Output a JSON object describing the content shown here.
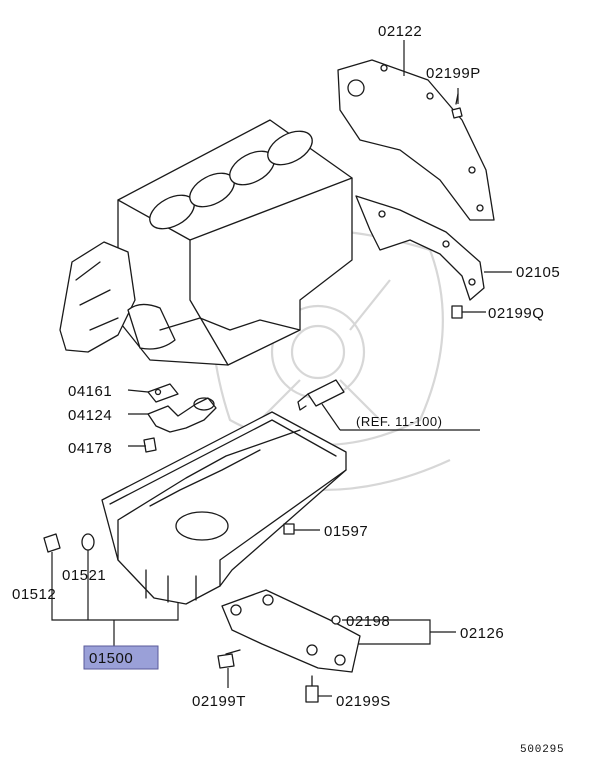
{
  "diagram": {
    "labels": {
      "p02122": "02122",
      "p02199P": "02199P",
      "p02105": "02105",
      "p02199Q": "02199Q",
      "p04161": "04161",
      "p04124": "04124",
      "p04178": "04178",
      "ref": "(REF. 11-100)",
      "p01597": "01597",
      "p01521": "01521",
      "p01512": "01512",
      "p01500": "01500",
      "p02198": "02198",
      "p02126": "02126",
      "p02199T": "02199T",
      "p02199S": "02199S"
    },
    "highlight_color": "#9aa0d8",
    "doc_id": "500295"
  }
}
